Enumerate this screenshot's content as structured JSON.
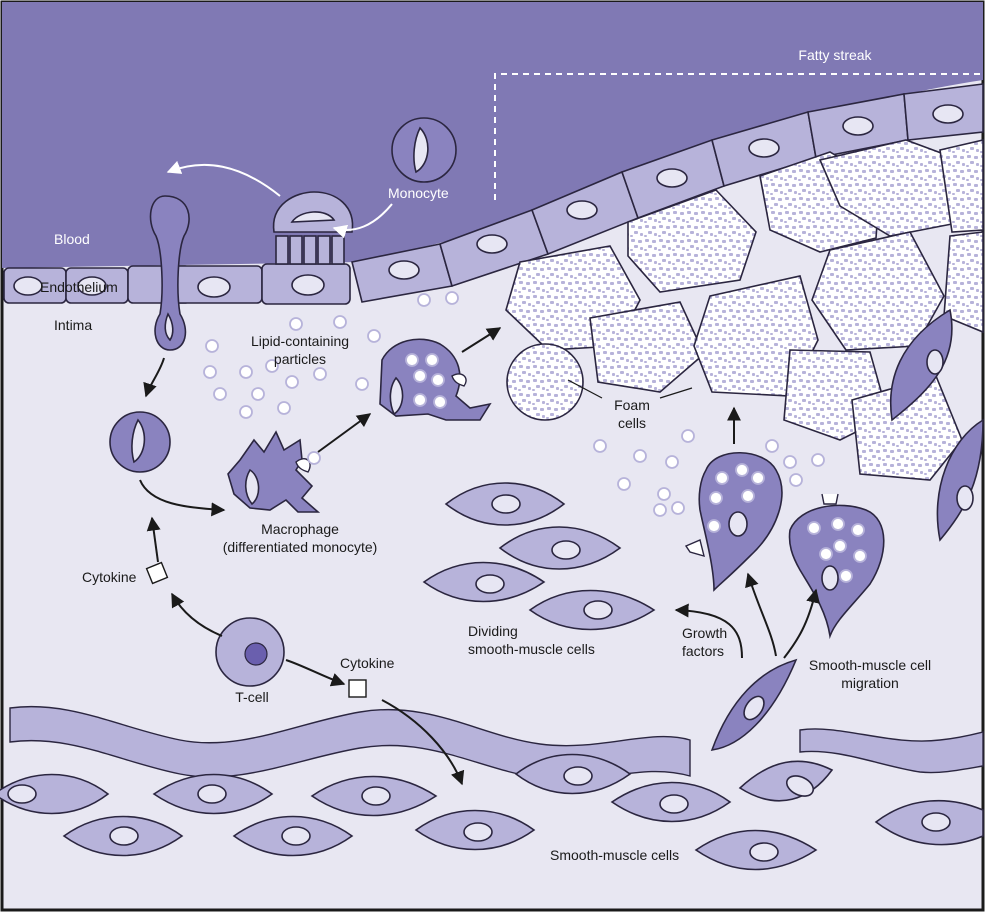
{
  "colors": {
    "blood": "#8079b4",
    "intima": "#e8e7f2",
    "cell_fill": "#b7b3da",
    "dark_cell": "#8a83bf",
    "outline": "#2b2640"
  },
  "labels": {
    "fatty_streak": "Fatty streak",
    "blood": "Blood",
    "endothelium": "Endothelium",
    "intima": "Intima",
    "monocyte": "Monocyte",
    "lipid_line1": "Lipid-containing",
    "lipid_line2": "particles",
    "foam_line1": "Foam",
    "foam_line2": "cells",
    "macrophage_line1": "Macrophage",
    "macrophage_line2": "(differentiated monocyte)",
    "cytokine_left": "Cytokine",
    "cytokine_right": "Cytokine",
    "tcell": "T-cell",
    "dividing_line1": "Dividing",
    "dividing_line2": "smooth-muscle cells",
    "growth_line1": "Growth",
    "growth_line2": "factors",
    "migration_line1": "Smooth-muscle cell",
    "migration_line2": "migration",
    "smooth_muscle": "Smooth-muscle cells"
  }
}
